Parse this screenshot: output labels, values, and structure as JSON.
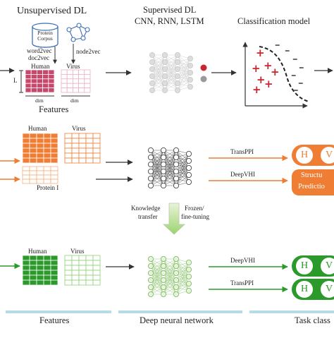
{
  "row1": {
    "unsupervised_title": "Unsupervised DL",
    "protein_corpus": "Protein\nCorpus",
    "word2vec": "word2vec",
    "doc2vec": "doc2vec",
    "node2vec": "node2vec",
    "human": "Human",
    "virus": "Virus",
    "L": "L",
    "dim": "dim",
    "features": "Features",
    "supervised_title_1": "Supervised DL",
    "supervised_title_2": "CNN, RNN, LSTM",
    "classification_title": "Classification model",
    "plus": "+",
    "minus": "–"
  },
  "row2": {
    "human": "Human",
    "virus": "Virus",
    "protein_i": "Protein I",
    "transppi": "TransPPI",
    "deepvhi": "DeepVHI",
    "badge_h": "H",
    "badge_v": "V",
    "structure_1": "Structu",
    "structure_2": "Predictio"
  },
  "transfer": {
    "knowledge_1": "Knowledge",
    "knowledge_2": "transfer",
    "frozen_1": "Frozen/",
    "frozen_2": "fine-tuning"
  },
  "row3": {
    "human": "Human",
    "virus": "Virus",
    "deepvhi": "DeepVHI",
    "transppi": "TransPPI",
    "badge_h": "H",
    "badge_v": "V"
  },
  "footer": {
    "features": "Features",
    "deep_nn": "Deep neural network",
    "task": "Task class"
  },
  "colors": {
    "human_red": "#c9476b",
    "virus_pink": "#eab1c4",
    "orange": "#ef7e34",
    "orange_light": "#f6b07b",
    "green": "#2b9a2b",
    "green_light": "#90d07a",
    "scatter_red": "#c8262c",
    "node_gray": "#cfcfcf",
    "bar_blue": "#b7dbe9"
  }
}
